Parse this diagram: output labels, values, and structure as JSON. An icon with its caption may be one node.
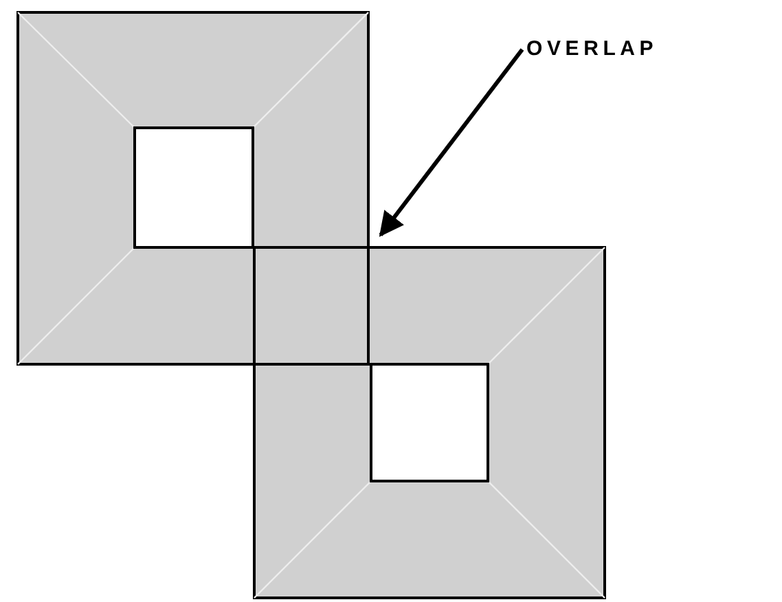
{
  "diagram": {
    "nodes": [
      {
        "text": [],
        "shape": "box"
      },
      {
        "text": [],
        "shape": "box"
      },
      {
        "text": [],
        "shape": "box"
      },
      {
        "text": [
          "OVERLAP"
        ]
      }
    ],
    "edges": [
      {
        "from": 3,
        "to": 2,
        "arrow": "to"
      }
    ]
  }
}
